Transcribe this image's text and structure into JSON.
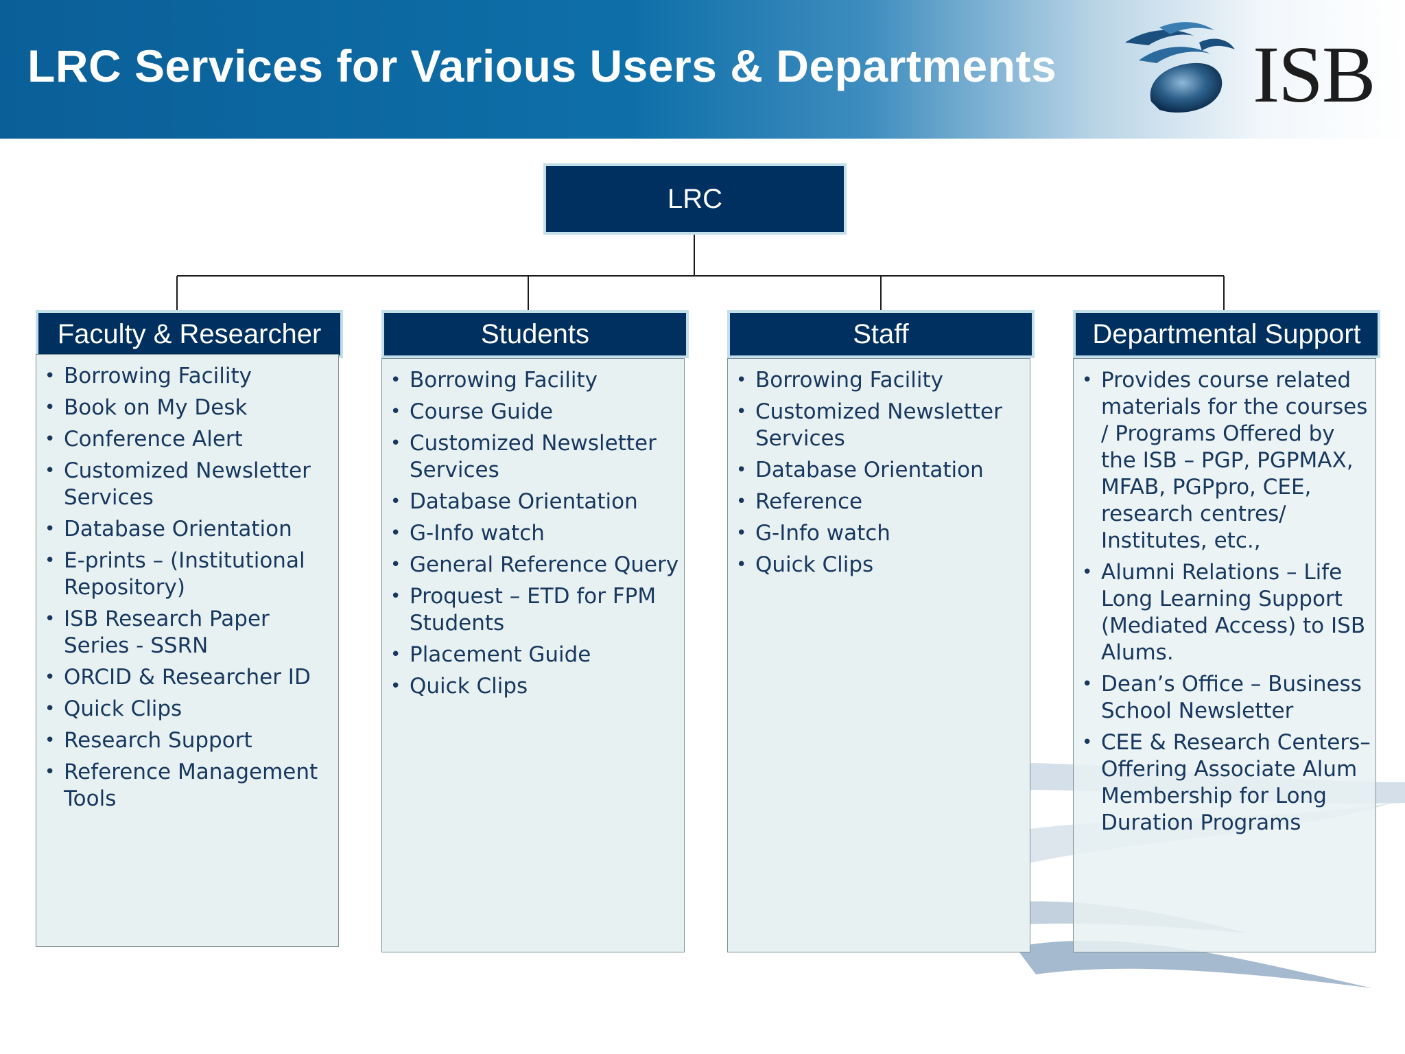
{
  "slide": {
    "title": "LRC Services for Various Users & Departments",
    "logo_text": "ISB",
    "root_label": "LRC"
  },
  "columns": [
    {
      "heading": "Faculty & Researcher",
      "items": [
        "Borrowing Facility",
        "Book on My Desk",
        "Conference Alert",
        "Customized Newsletter Services",
        "Database Orientation",
        "E-prints – (Institutional Repository)",
        "ISB Research Paper Series - SSRN",
        "ORCID & Researcher ID",
        "Quick Clips",
        "Research Support",
        "Reference Management Tools"
      ]
    },
    {
      "heading": "Students",
      "items": [
        "Borrowing Facility",
        "Course Guide",
        "Customized Newsletter Services",
        "Database Orientation",
        "G-Info watch",
        "General Reference Query",
        "Proquest – ETD for FPM Students",
        "Placement Guide",
        "Quick Clips"
      ]
    },
    {
      "heading": "Staff",
      "items": [
        "Borrowing Facility",
        "Customized Newsletter Services",
        "Database Orientation",
        "Reference",
        "G-Info watch",
        "Quick Clips"
      ]
    },
    {
      "heading": "Departmental Support",
      "items": [
        "Provides course related materials for the courses / Programs Offered by the ISB – PGP, PGPMAX, MFAB, PGPpro, CEE, research centres/ Institutes, etc.,",
        "Alumni Relations – Life Long Learning Support (Mediated Access) to ISB Alums.",
        "Dean’s Office – Business School Newsletter",
        "CEE & Research Centers– Offering Associate Alum Membership for Long Duration Programs"
      ]
    }
  ],
  "colors": {
    "header_blue": "#0b5f98",
    "box_navy": "#003060",
    "box_border": "#c3dfea",
    "panel_fill": "#e8f1f2",
    "item_text": "#17375e"
  }
}
